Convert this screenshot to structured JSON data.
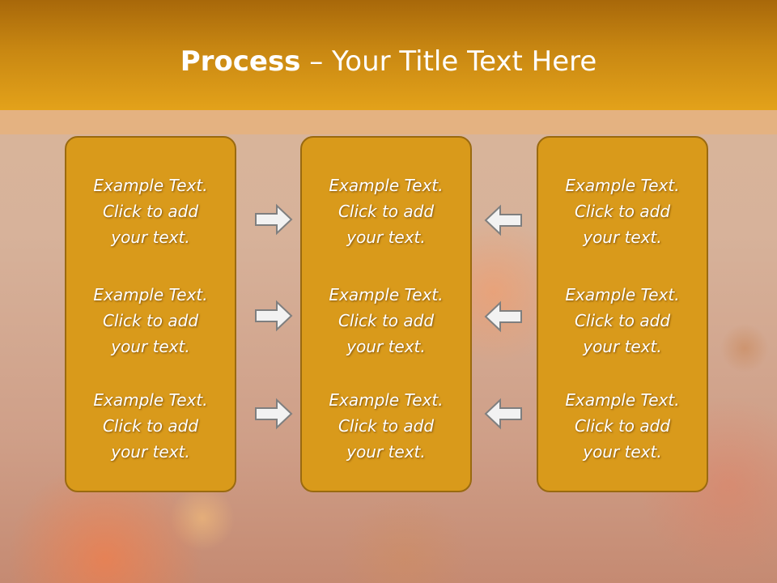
{
  "title": {
    "bold": "Process",
    "rest": " – Your Title Text Here"
  },
  "columns": [
    {
      "blocks": [
        {
          "lines": [
            "Example Text.",
            "Click  to add",
            "your text."
          ]
        },
        {
          "lines": [
            "Example Text.",
            "Click  to add",
            "your text."
          ]
        },
        {
          "lines": [
            "Example Text.",
            "Click  to add",
            "your text."
          ]
        }
      ]
    },
    {
      "blocks": [
        {
          "lines": [
            "Example Text.",
            "Click  to add",
            "your text."
          ]
        },
        {
          "lines": [
            "Example Text.",
            "Click  to add",
            "your text."
          ]
        },
        {
          "lines": [
            "Example Text.",
            "Click  to add",
            "your text."
          ]
        }
      ]
    },
    {
      "blocks": [
        {
          "lines": [
            "Example Text.",
            "Click  to add",
            "your text."
          ]
        },
        {
          "lines": [
            "Example Text.",
            "Click  to add",
            "your text."
          ]
        },
        {
          "lines": [
            "Example Text.",
            "Click  to add",
            "your text."
          ]
        }
      ]
    }
  ],
  "arrows": {
    "left_group": "arrow-right-icon",
    "right_group": "arrow-left-icon"
  },
  "colors": {
    "title_bar": "#c88712",
    "panel_fill": "#d99a1b",
    "panel_border": "#9a6a10",
    "arrow_fill": "#f2f2f2",
    "arrow_stroke": "#7f7f7f"
  }
}
